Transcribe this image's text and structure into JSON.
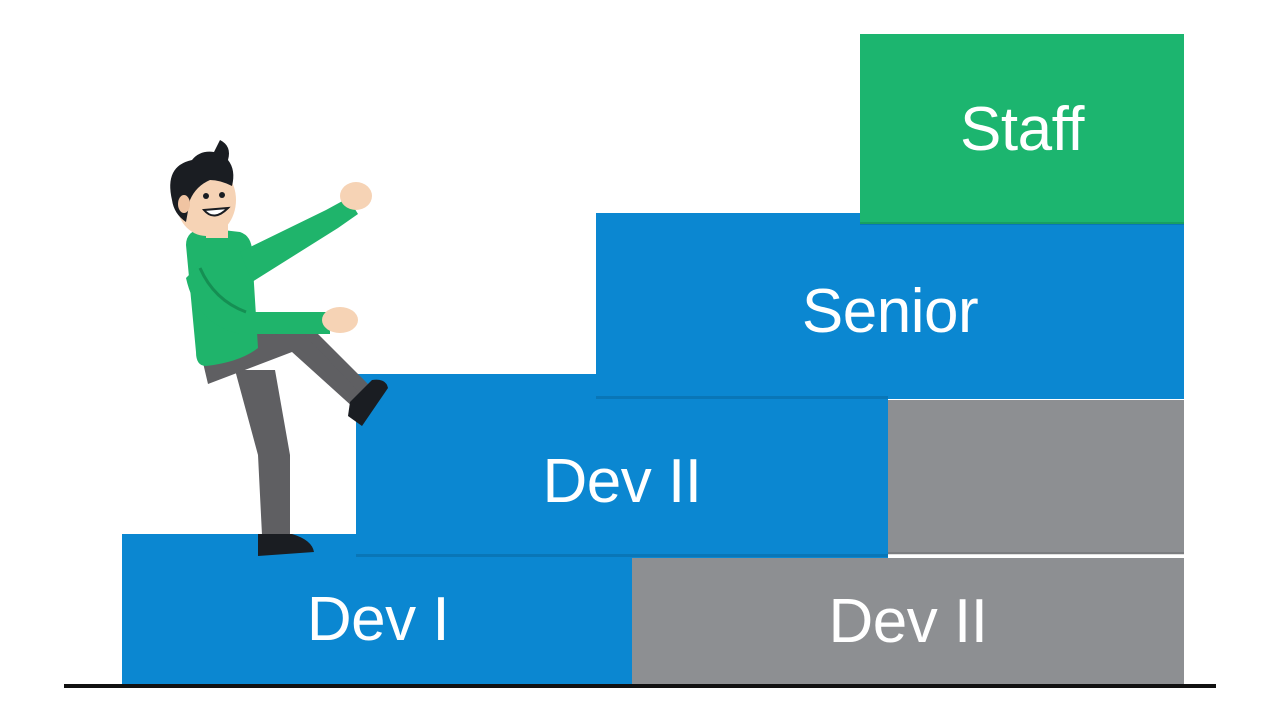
{
  "steps": {
    "dev_i": "Dev I",
    "dev_ii_gray": "Dev II",
    "dev_ii_blue": "Dev II",
    "senior": "Senior",
    "staff": "Staff"
  },
  "colors": {
    "blue": "#0b87d1",
    "gray": "#8d8f92",
    "green": "#1cb56f",
    "shirt": "#1fb46b",
    "pants": "#5f5f62",
    "hair": "#1a1d22",
    "skin": "#f6d3b5",
    "ground": "#111111"
  },
  "icons": {
    "climber": "person-climbing-stairs-icon"
  }
}
